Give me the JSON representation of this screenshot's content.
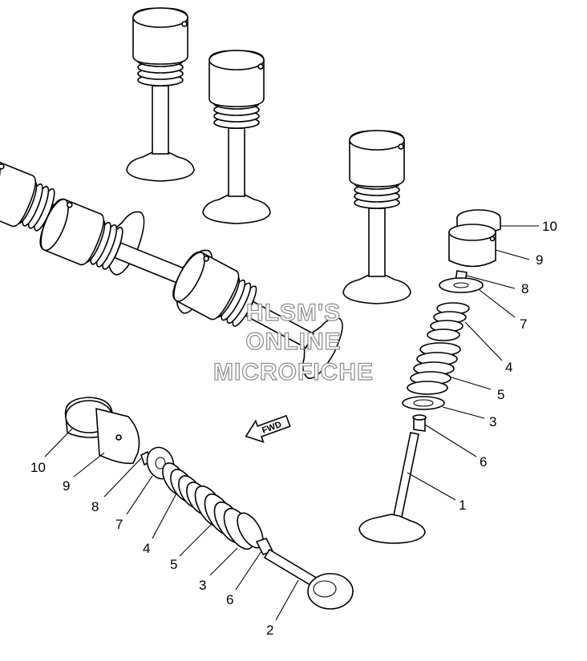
{
  "diagram": {
    "callouts_right": [
      "10",
      "9",
      "8",
      "7",
      "4",
      "5",
      "3",
      "6",
      "1"
    ],
    "callouts_left": [
      "10",
      "9",
      "8",
      "7",
      "4",
      "5",
      "3",
      "6",
      "2"
    ],
    "watermark": [
      "HLSM'S",
      "ONLINE",
      "MICROFICHE"
    ],
    "arrow_label": "FWD"
  }
}
